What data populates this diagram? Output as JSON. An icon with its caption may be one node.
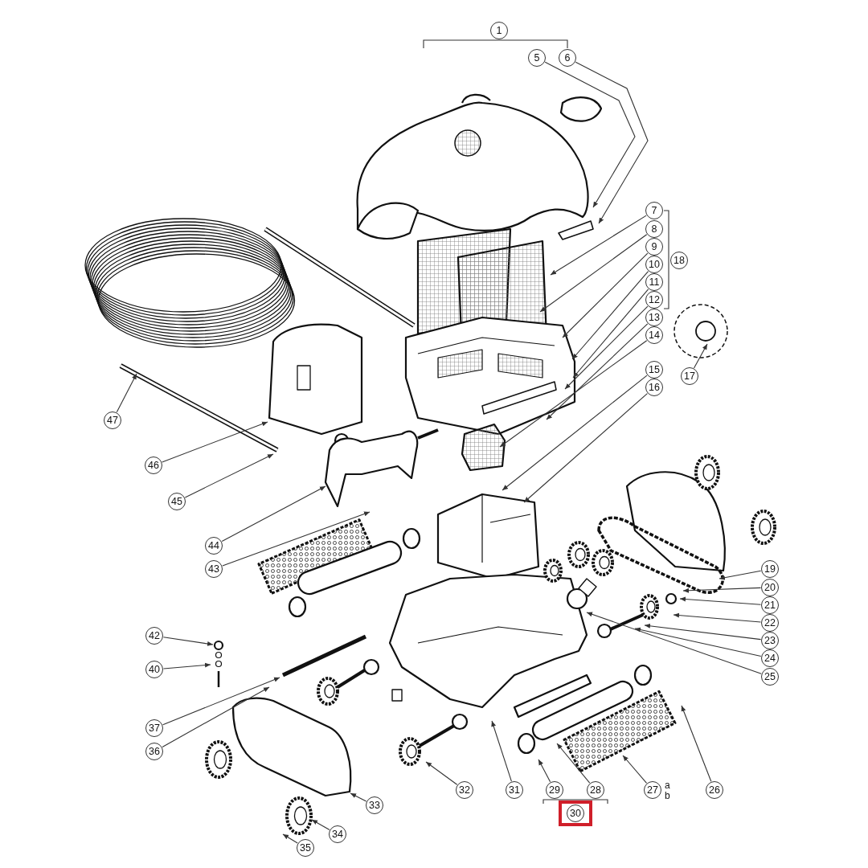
{
  "diagram": {
    "nodes": [
      {
        "text": [
          "5"
        ]
      },
      {
        "text": [
          "6"
        ]
      },
      {
        "text": [
          "7"
        ]
      },
      {
        "text": [
          "8"
        ]
      },
      {
        "text": [
          "9"
        ]
      },
      {
        "text": [
          "10"
        ]
      },
      {
        "text": [
          "11"
        ]
      },
      {
        "text": [
          "12"
        ]
      },
      {
        "text": [
          "13"
        ]
      },
      {
        "text": [
          "14"
        ]
      },
      {
        "text": [
          "15"
        ]
      },
      {
        "text": [
          "16"
        ]
      },
      {
        "text": [
          "17"
        ]
      },
      {
        "text": [
          "19"
        ]
      },
      {
        "text": [
          "20"
        ]
      },
      {
        "text": [
          "21"
        ]
      },
      {
        "text": [
          "22"
        ]
      },
      {
        "text": [
          "23"
        ]
      },
      {
        "text": [
          "24"
        ]
      },
      {
        "text": [
          "25"
        ]
      },
      {
        "text": [
          "26"
        ]
      },
      {
        "text": [
          "27"
        ],
        "beside": [
          "a",
          "b"
        ]
      },
      {
        "text": [
          "28"
        ]
      },
      {
        "text": [
          "29"
        ]
      },
      {
        "text": [
          "31"
        ]
      },
      {
        "text": [
          "32"
        ]
      },
      {
        "text": [
          "33"
        ]
      },
      {
        "text": [
          "34"
        ]
      },
      {
        "text": [
          "35"
        ]
      },
      {
        "text": [
          "36"
        ]
      },
      {
        "text": [
          "37"
        ]
      },
      {
        "text": [
          "40"
        ]
      },
      {
        "text": [
          "42"
        ]
      },
      {
        "text": [
          "43"
        ]
      },
      {
        "text": [
          "44"
        ]
      },
      {
        "text": [
          "45"
        ]
      },
      {
        "text": [
          "46"
        ]
      },
      {
        "text": [
          "47"
        ]
      },
      {
        "text": [
          "1"
        ]
      },
      {
        "text": [
          "18"
        ]
      },
      {
        "text": [
          "30"
        ]
      }
    ],
    "edges": [
      {
        "from": 0,
        "to": null,
        "arrow": "to"
      },
      {
        "from": 1,
        "to": null,
        "arrow": "to"
      },
      {
        "from": 2,
        "to": null,
        "arrow": "to"
      },
      {
        "from": 3,
        "to": null,
        "arrow": "to"
      },
      {
        "from": 4,
        "to": null,
        "arrow": "to"
      },
      {
        "from": 5,
        "to": null,
        "arrow": "to"
      },
      {
        "from": 6,
        "to": null,
        "arrow": "to"
      },
      {
        "from": 7,
        "to": null,
        "arrow": "to"
      },
      {
        "from": 8,
        "to": null,
        "arrow": "to"
      },
      {
        "from": 9,
        "to": null,
        "arrow": "to"
      },
      {
        "from": 10,
        "to": null,
        "arrow": "to"
      },
      {
        "from": 11,
        "to": null,
        "arrow": "to"
      },
      {
        "from": 12,
        "to": null,
        "arrow": "to"
      },
      {
        "from": 13,
        "to": null,
        "arrow": "to"
      },
      {
        "from": 14,
        "to": null,
        "arrow": "to"
      },
      {
        "from": 15,
        "to": null,
        "arrow": "to"
      },
      {
        "from": 16,
        "to": null,
        "arrow": "to"
      },
      {
        "from": 17,
        "to": null,
        "arrow": "to"
      },
      {
        "from": 18,
        "to": null,
        "arrow": "to"
      },
      {
        "from": 19,
        "to": null,
        "arrow": "to"
      },
      {
        "from": 20,
        "to": null,
        "arrow": "to"
      },
      {
        "from": 21,
        "to": null,
        "arrow": "to"
      },
      {
        "from": 22,
        "to": null,
        "arrow": "to"
      },
      {
        "from": 23,
        "to": null,
        "arrow": "to"
      },
      {
        "from": 24,
        "to": null,
        "arrow": "to"
      },
      {
        "from": 25,
        "to": null,
        "arrow": "to"
      },
      {
        "from": 26,
        "to": null,
        "arrow": "to"
      },
      {
        "from": 27,
        "to": null,
        "arrow": "to"
      },
      {
        "from": 28,
        "to": null,
        "arrow": "to"
      },
      {
        "from": 29,
        "to": null,
        "arrow": "to"
      },
      {
        "from": 30,
        "to": null,
        "arrow": "to"
      },
      {
        "from": 31,
        "to": null,
        "arrow": "to"
      },
      {
        "from": 32,
        "to": null,
        "arrow": "to"
      },
      {
        "from": 33,
        "to": null,
        "arrow": "to"
      },
      {
        "from": 34,
        "to": null,
        "arrow": "to"
      },
      {
        "from": 35,
        "to": null,
        "arrow": "to"
      },
      {
        "from": 36,
        "to": null,
        "arrow": "to"
      },
      {
        "from": 37,
        "to": null,
        "arrow": "to"
      }
    ]
  }
}
